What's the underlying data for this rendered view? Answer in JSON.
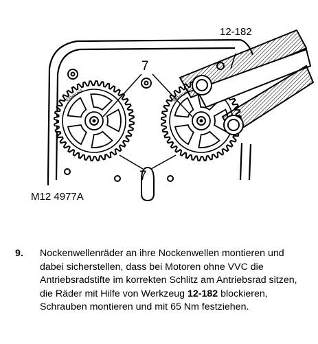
{
  "figure": {
    "tool_label": "12-182",
    "callout_top": "7",
    "callout_bottom": "7",
    "figure_id": "M12 4977A",
    "gear_mark_left": "EXHAUST",
    "gear_mark_right": "EXHAUST"
  },
  "step": {
    "number": "9.",
    "text_before": "Nockenwellenräder an ihre Nockenwellen montieren und dabei sicherstellen, dass bei Motoren ohne VVC die Antriebsradstifte im korrekten Schlitz am Antriebsrad sitzen, die Räder mit Hilfe von Werkzeug ",
    "tool_ref": "12-182",
    "text_after": " blockieren, Schrauben montieren und mit 65 Nm festziehen."
  }
}
